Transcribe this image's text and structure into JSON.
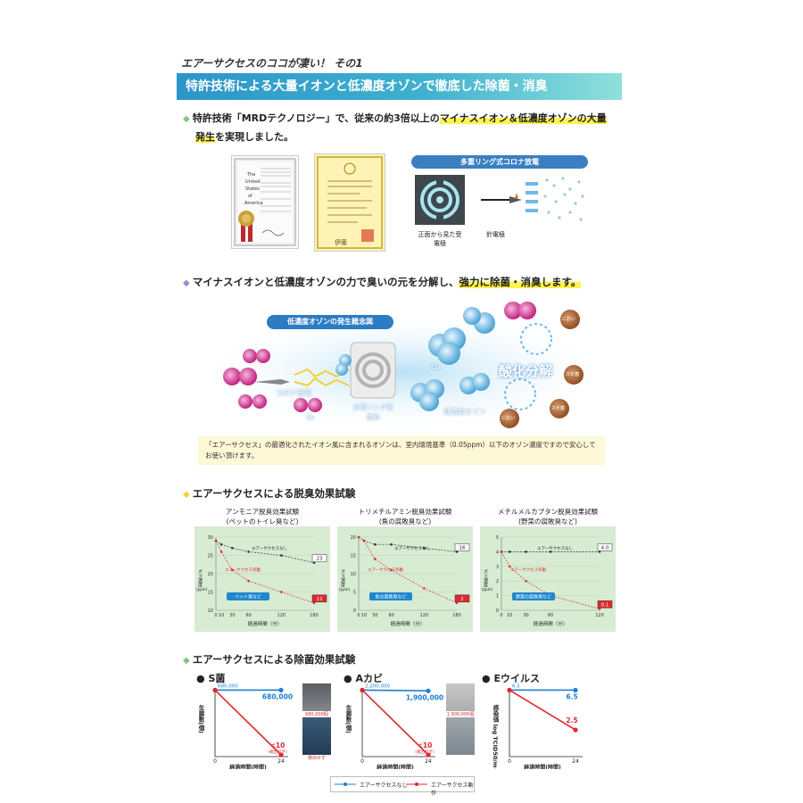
{
  "kicker": "エアーサクセスのココが凄い！ その1",
  "banner": "特許技術による大量イオンと低濃度オゾンで徹底した除菌・消臭",
  "lead": {
    "prefix": "特許技術「MRDテクノロジー」で、従来の約3倍以上の",
    "highlight1": "マイナスイオン＆低濃度オゾンの大量",
    "highlight2": "発生",
    "suffix": "を実現しました。"
  },
  "corona": {
    "title": "多重リング式コロナ放電",
    "front_label": "正面から見た受電極",
    "needle_label": "針電極"
  },
  "cert_seal_text": "伊藤",
  "ozone": {
    "heading_prefix": "マイナスイオンと低濃度オゾンの力で臭いの元を分解し、",
    "heading_highlight": "強力に除菌・消臭します。",
    "diagram_title": "低濃度オゾンの発生概念図",
    "corona_label": "コロナ放電",
    "o2_label": "O₂",
    "ring_label": "多重リング受電極",
    "o3_label": "O₃",
    "low_ozone_label": "低濃度オゾン",
    "oxidation_label": "酸化分解",
    "smell_label": "におい",
    "mold_label": "カビ菌",
    "note": "「エアーサクセス」の最適化されたイオン風に含まれるオゾンは、室内環境基準（0.05ppm）以下のオゾン濃度ですので安心してお使い頂けます。"
  },
  "deodor": {
    "heading": "エアーサクセスによる脱臭効果試験",
    "ylabel": "ガス濃度",
    "yunit": "(ppm)",
    "xlabel": "経過時間（分）",
    "label_without": "エアーサクセスなし",
    "label_with": "エアーサクセス作動"
  },
  "disinfect": {
    "heading": "エアーサクセスによる除菌効果試験",
    "xlabel": "経過時間(時間)",
    "ylabel": "生菌数(個)",
    "ylabel_virus": "感染価 log TCID50/mℓ",
    "detect_none": "(検出せず)",
    "detect_none_photo": "検出せず",
    "legend_without": "エアーサクセスなし",
    "legend_with": "エアーサクセス動作"
  },
  "colors": {
    "accent": "#2c95c9",
    "without": "#1e7fd0",
    "with": "#e0282e",
    "chart_bg": "#d7ecd3",
    "highlight": "#fff34d"
  },
  "chart_data": [
    {
      "type": "line",
      "title": "アンモニア脱臭効果試験",
      "subtitle": "(ペットのトイレ臭など)",
      "x": [
        0,
        10,
        30,
        60,
        120,
        180
      ],
      "xticks": [
        0,
        10,
        30,
        60,
        120,
        180
      ],
      "ylim": [
        10,
        30
      ],
      "yticks": [
        10,
        15,
        20,
        25,
        30
      ],
      "tag": "ペット臭など",
      "series": [
        {
          "name": "エアーサクセスなし",
          "values": [
            29,
            28,
            27,
            26,
            25,
            23
          ],
          "end_label": "23"
        },
        {
          "name": "エアーサクセス作動",
          "values": [
            29,
            26,
            21,
            18,
            15,
            12
          ],
          "end_label": "12"
        }
      ]
    },
    {
      "type": "line",
      "title": "トリメチルアミン脱臭効果試験",
      "subtitle": "(魚の腐敗臭など)",
      "x": [
        0,
        10,
        30,
        60,
        120,
        180
      ],
      "xticks": [
        0,
        10,
        30,
        60,
        120,
        180
      ],
      "ylim": [
        0,
        20
      ],
      "yticks": [
        0,
        5,
        10,
        15,
        20
      ],
      "tag": "魚の腐敗臭など",
      "series": [
        {
          "name": "エアーサクセスなし",
          "values": [
            20,
            19,
            18,
            18,
            17,
            16
          ],
          "end_label": "16"
        },
        {
          "name": "エアーサクセス作動",
          "values": [
            20,
            19,
            14,
            11,
            6,
            2
          ],
          "end_label": "2"
        }
      ]
    },
    {
      "type": "line",
      "title": "メチルメルカプタン脱臭効果試験",
      "subtitle": "(野菜の腐敗臭など)",
      "x": [
        0,
        10,
        30,
        60,
        120
      ],
      "xticks": [
        0,
        10,
        30,
        60,
        120
      ],
      "ylim": [
        0,
        5
      ],
      "yticks": [
        0,
        1,
        2,
        3,
        4,
        5
      ],
      "tag": "野菜の腐敗臭など",
      "series": [
        {
          "name": "エアーサクセスなし",
          "values": [
            4.0,
            4.0,
            4.0,
            4.0,
            4.0
          ],
          "end_label": "4.0"
        },
        {
          "name": "エアーサクセス作動",
          "values": [
            4.0,
            3.0,
            2.0,
            1.0,
            0.1
          ],
          "end_label": "0.1"
        }
      ]
    },
    {
      "type": "line",
      "title": "S菌",
      "x": [
        0,
        24
      ],
      "xticks": [
        0,
        24
      ],
      "series": [
        {
          "name": "エアーサクセスなし",
          "values": [
            680000,
            680000
          ],
          "start_label": "680,000",
          "end_label": "680,000"
        },
        {
          "name": "エアーサクセス動作",
          "values": [
            680000,
            10
          ],
          "end_label": "<10"
        }
      ],
      "photo_label": "680,000個"
    },
    {
      "type": "line",
      "title": "Aカビ",
      "x": [
        0,
        24
      ],
      "xticks": [
        0,
        24
      ],
      "series": [
        {
          "name": "エアーサクセスなし",
          "values": [
            2200000,
            1900000
          ],
          "start_label": "2,200,000",
          "end_label": "1,900,000"
        },
        {
          "name": "エアーサクセス動作",
          "values": [
            2200000,
            10
          ],
          "end_label": "<10"
        }
      ],
      "photo_label": "1,900,000個"
    },
    {
      "type": "line",
      "title": "Eウイルス",
      "x": [
        0,
        24
      ],
      "xticks": [
        0,
        24
      ],
      "series": [
        {
          "name": "エアーサクセスなし",
          "values": [
            6.5,
            6.5
          ],
          "start_label": "6.5",
          "end_label": "6.5"
        },
        {
          "name": "エアーサクセス動作",
          "values": [
            6.5,
            2.5
          ],
          "end_label": "2.5"
        }
      ]
    }
  ]
}
